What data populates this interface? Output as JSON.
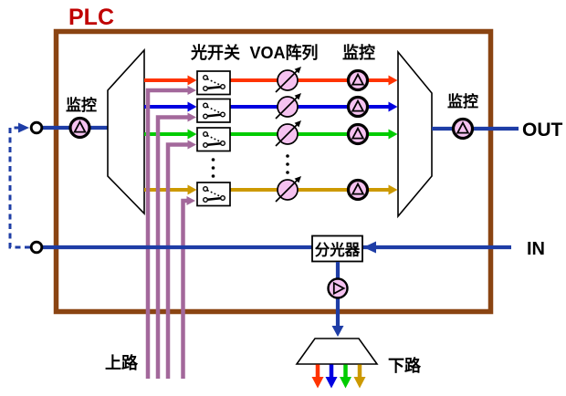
{
  "title": {
    "text": "PLC"
  },
  "labels": {
    "monitor_input": "监控",
    "switch_column": "光开关",
    "voa_column": "VOA阵列",
    "monitor_column": "监控",
    "monitor_output": "监控",
    "out_port": "OUT",
    "in_port": "IN",
    "tap_splitter": "分光器",
    "add_port": "上路",
    "drop_port": "下路"
  },
  "colors": {
    "border": "#8a4412",
    "title_red": "#c00000",
    "navy": "#1e3da6",
    "purple": "#a3689b",
    "pink": "#f5c2f0"
  },
  "channels": [
    {
      "name": "channel-1",
      "color": "#ff3300"
    },
    {
      "name": "channel-2",
      "color": "#0000e0"
    },
    {
      "name": "channel-3",
      "color": "#00cc00"
    },
    {
      "name": "channel-4",
      "color": "#cc9900"
    }
  ]
}
